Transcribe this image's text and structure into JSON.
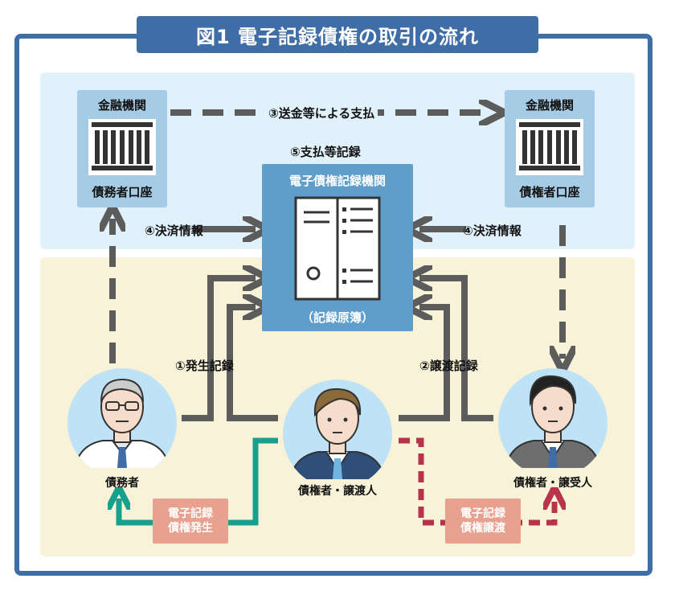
{
  "title": "図1  電子記録債権の取引の流れ",
  "banks": {
    "left": {
      "top": "金融機関",
      "bottom": "債務者口座"
    },
    "right": {
      "top": "金融機関",
      "bottom": "債権者口座"
    }
  },
  "center": {
    "top": "電子債権記録機関",
    "bottom": "（記録原簿）",
    "above": "⑤支払等記録"
  },
  "flows": {
    "payment": "③送金等による支払",
    "settle_left": "④決済情報",
    "settle_right": "④決済情報",
    "issue": "①発生記録",
    "transfer": "②譲渡記録"
  },
  "people": {
    "debtor": "債務者",
    "creditor_transferor": "債権者・譲渡人",
    "creditor_transferee": "債権者・譲受人"
  },
  "tags": {
    "issue": [
      "電子記録",
      "債権発生"
    ],
    "transfer": [
      "電子記録",
      "債権譲渡"
    ]
  },
  "colors": {
    "frame": "#3f6ea7",
    "top_band": "#e1f1fb",
    "bottom_band": "#f7f2d8",
    "bank_box": "#a6cbe4",
    "center_box": "#5f9ecb",
    "arrow_gray": "#5c5c5c",
    "teal": "#17a08c",
    "crimson": "#b8344c",
    "tag_pink": "#e9a18f"
  }
}
